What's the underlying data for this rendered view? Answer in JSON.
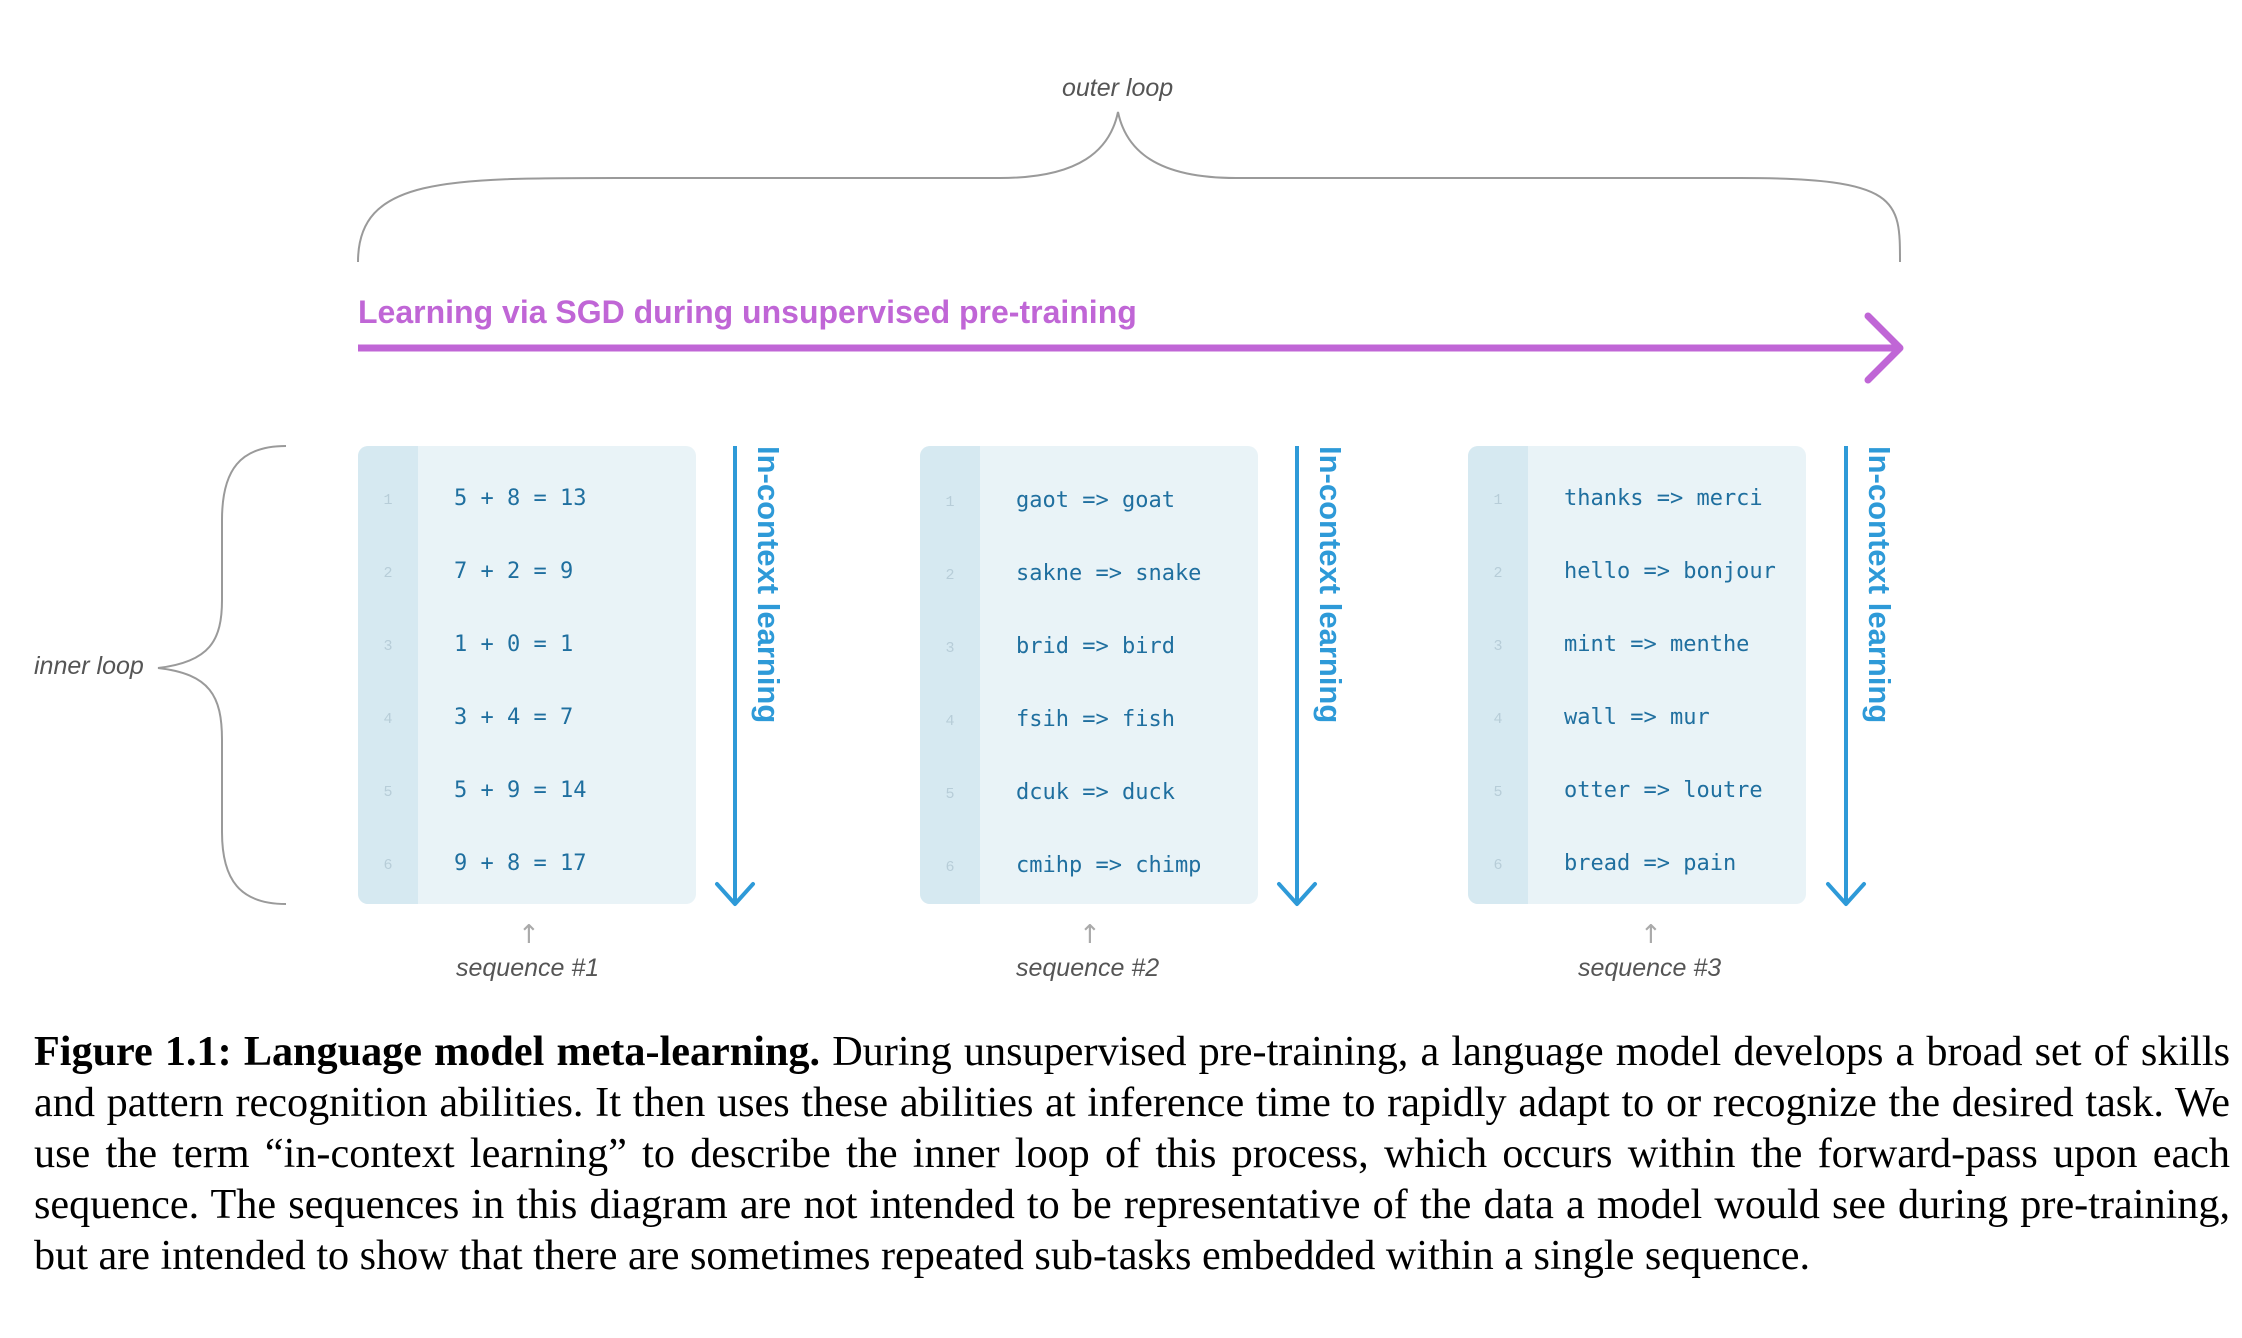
{
  "figure": {
    "outer_loop_label": "outer loop",
    "inner_loop_label": "inner loop",
    "sgd_title": "Learning via SGD during unsupervised pre-training",
    "in_context_label": "In-context learning",
    "colors": {
      "sgd": "#c066d6",
      "in_context": "#2e9ad8",
      "panel_bg": "#e9f3f7",
      "gutter_bg": "#d6e9f1",
      "code_text": "#1f6f9f"
    },
    "sequences": [
      {
        "label": "sequence #1",
        "lines": [
          {
            "num": "1",
            "text": "5 + 8 = 13"
          },
          {
            "num": "2",
            "text": "7 + 2 = 9"
          },
          {
            "num": "3",
            "text": "1 + 0 = 1"
          },
          {
            "num": "4",
            "text": "3 + 4 = 7"
          },
          {
            "num": "5",
            "text": "5 + 9 = 14"
          },
          {
            "num": "6",
            "text": "9 + 8 = 17"
          }
        ]
      },
      {
        "label": "sequence #2",
        "lines": [
          {
            "num": "1",
            "text": "gaot => goat"
          },
          {
            "num": "2",
            "text": "sakne => snake"
          },
          {
            "num": "3",
            "text": "brid => bird"
          },
          {
            "num": "4",
            "text": "fsih => fish"
          },
          {
            "num": "5",
            "text": "dcuk => duck"
          },
          {
            "num": "6",
            "text": "cmihp => chimp"
          }
        ]
      },
      {
        "label": "sequence #3",
        "lines": [
          {
            "num": "1",
            "text": "thanks => merci"
          },
          {
            "num": "2",
            "text": "hello => bonjour"
          },
          {
            "num": "3",
            "text": "mint => menthe"
          },
          {
            "num": "4",
            "text": "wall => mur"
          },
          {
            "num": "5",
            "text": "otter => loutre"
          },
          {
            "num": "6",
            "text": "bread => pain"
          }
        ]
      }
    ]
  },
  "caption": {
    "label": "Figure 1.1: Language model meta-learning.",
    "text": "During unsupervised pre-training, a language model develops a broad set of skills and pattern recognition abilities. It then uses these abilities at inference time to rapidly adapt to or recognize the desired task. We use the term “in-context learning” to describe the inner loop of this process, which occurs within the forward-pass upon each sequence. The sequences in this diagram are not intended to be representative of the data a model would see during pre-training, but are intended to show that there are sometimes repeated sub-tasks embedded within a single sequence."
  }
}
